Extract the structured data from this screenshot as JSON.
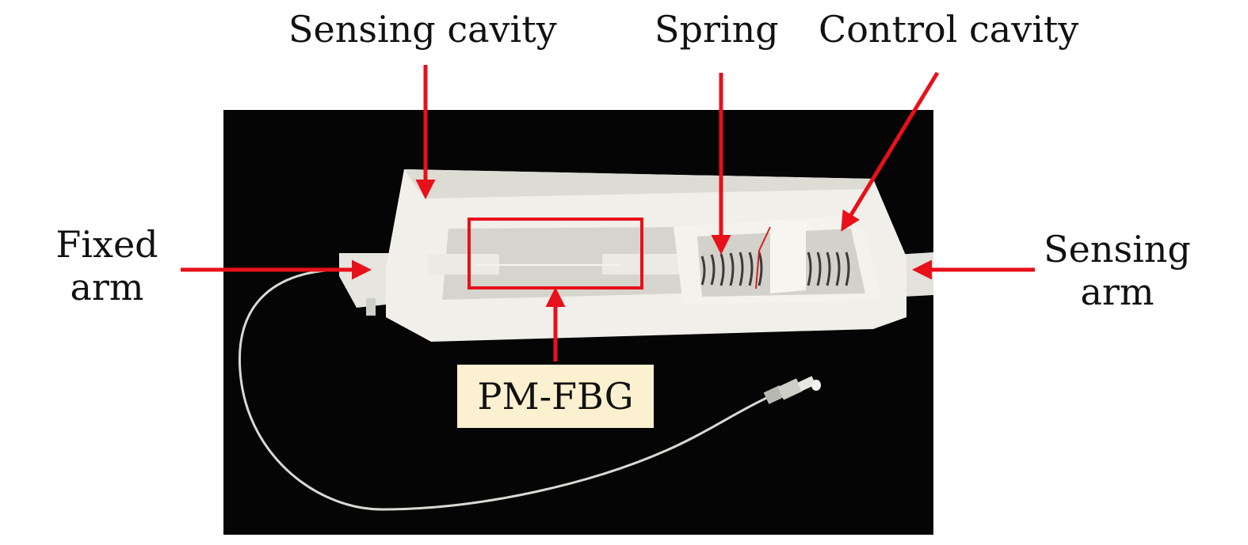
{
  "labels": {
    "sensing_cavity": "Sensing cavity",
    "spring": "Spring",
    "control_cavity": "Control cavity",
    "fixed_arm_line1": "Fixed",
    "fixed_arm_line2": "arm",
    "sensing_arm_line1": "Sensing",
    "sensing_arm_line2": "arm",
    "pm_fbg": "PM-FBG"
  },
  "colors": {
    "annotation": "#e8101a",
    "label_box": "#fbf0cf",
    "photo_background": "#050505",
    "device_body": "#efeee8"
  },
  "icons": [
    "arrow-icon",
    "highlight-rectangle"
  ]
}
